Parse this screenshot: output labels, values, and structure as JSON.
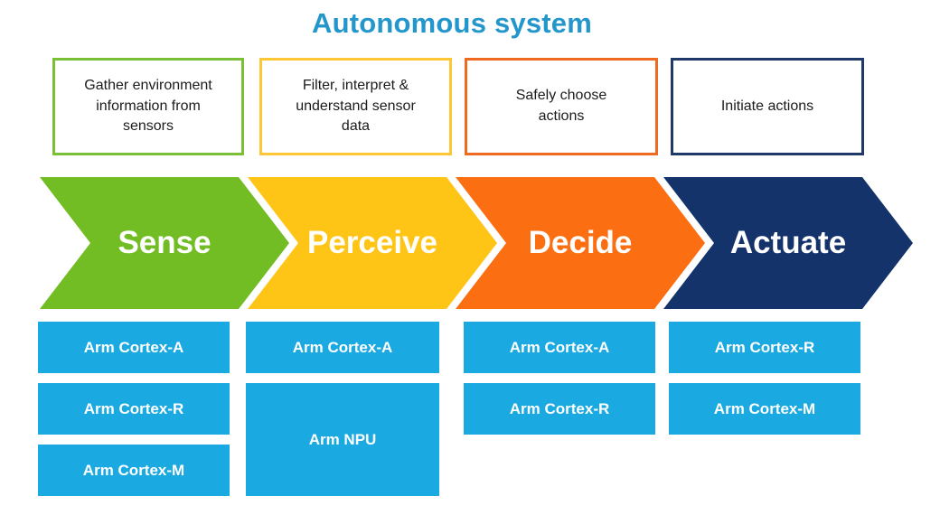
{
  "title": {
    "text": "Autonomous system",
    "color": "#2396CC"
  },
  "processor_color": "#1BA9E2",
  "stages": [
    {
      "label": "Sense",
      "description": "Gather environment information from sensors",
      "color": "#72BD23",
      "border_color": "#7ABF35",
      "processors": [
        "Arm Cortex-A",
        "Arm Cortex-R",
        "Arm Cortex-M"
      ]
    },
    {
      "label": "Perceive",
      "description": "Filter, interpret & understand sensor data",
      "color": "#FFC516",
      "border_color": "#FDC637",
      "processors": [
        "Arm Cortex-A",
        "Arm NPU"
      ]
    },
    {
      "label": "Decide",
      "description": "Safely choose actions",
      "color": "#FB6E11",
      "border_color": "#EE6A20",
      "processors": [
        "Arm Cortex-A",
        "Arm Cortex-R"
      ]
    },
    {
      "label": "Actuate",
      "description": "Initiate actions",
      "color": "#14336B",
      "border_color": "#1F3A68",
      "processors": [
        "Arm Cortex-R",
        "Arm Cortex-M"
      ]
    }
  ]
}
